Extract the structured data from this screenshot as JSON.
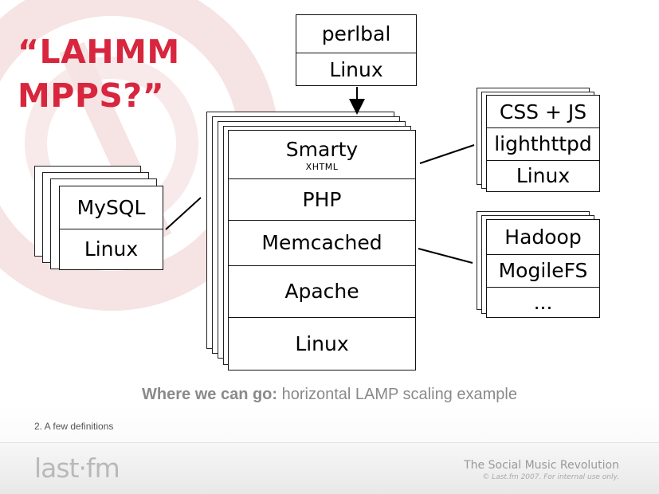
{
  "title": {
    "line1": "“LAHMM",
    "line2": "MPPS?”"
  },
  "diagram": {
    "top_box": [
      "perlbal",
      "Linux"
    ],
    "main_stack": {
      "smarty": "Smarty",
      "smarty_sub": "XHTML",
      "php": "PHP",
      "memcached": "Memcached",
      "apache": "Apache",
      "linux": "Linux"
    },
    "db_box": [
      "MySQL",
      "Linux"
    ],
    "static_box": [
      "CSS + JS",
      "lighthttpd",
      "Linux"
    ],
    "storage_box": [
      "Hadoop",
      "MogileFS",
      "..."
    ]
  },
  "caption": {
    "bold": "Where we can go:",
    "rest": " horizontal LAMP scaling example"
  },
  "footnote": "2. A few definitions",
  "footer": {
    "logo": "last·fm",
    "tagline": "The Social Music Revolution",
    "copyright": "© Last.fm 2007. For internal use only."
  },
  "colors": {
    "title": "#d7263d",
    "watermark": "#f6e3e3",
    "caption": "#8a8a8a"
  }
}
